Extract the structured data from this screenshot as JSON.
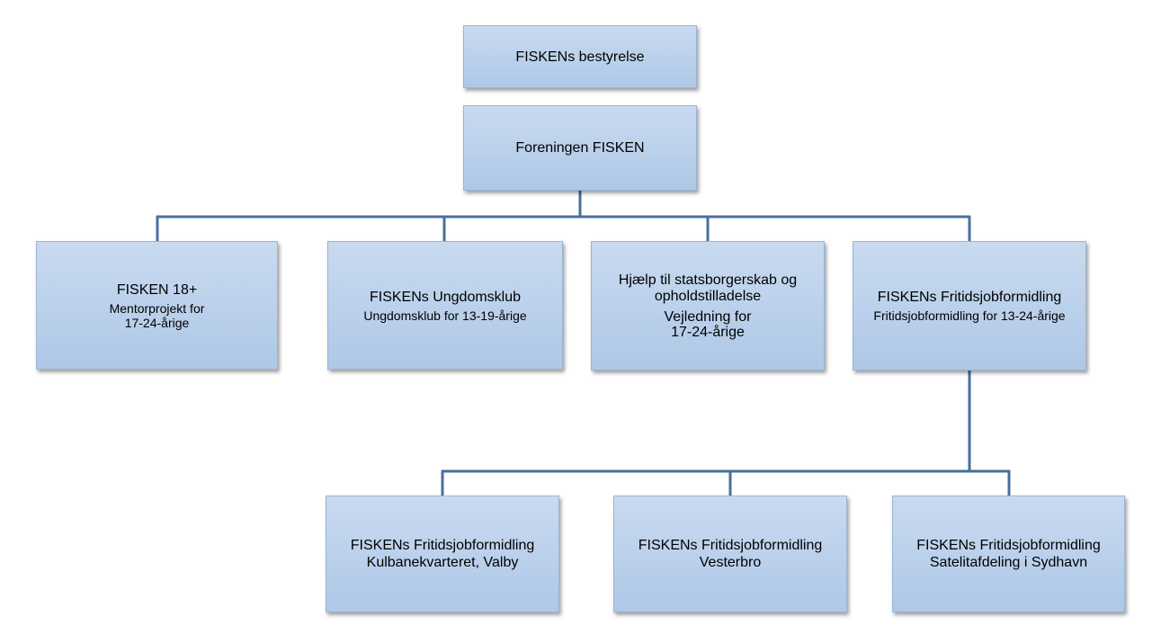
{
  "diagram": {
    "board": {
      "title": "FISKENs bestyrelse"
    },
    "association": {
      "title": "Foreningen FISKEN"
    },
    "programs": [
      {
        "title": "FISKEN 18+",
        "subtitle": "Mentorprojekt for\n17-24-årige"
      },
      {
        "title": "FISKENs Ungdomsklub",
        "subtitle": "Ungdomsklub for 13-19-årige"
      },
      {
        "title": "Hjælp til statsborgerskab og\nopholdstilladelse",
        "subtitle": "Vejledning for\n17-24-årige"
      },
      {
        "title": "FISKENs Fritidsjobformidling",
        "subtitle": "Fritidsjobformidling for 13-24-årige"
      }
    ],
    "branches": [
      {
        "title": "FISKENs Fritidsjobformidling\nKulbanekvarteret, Valby"
      },
      {
        "title": "FISKENs Fritidsjobformidling\nVesterbro"
      },
      {
        "title": "FISKENs Fritidsjobformidling\nSatelitafdeling i Sydhavn"
      }
    ],
    "colors": {
      "box_fill": "#bdd2ec",
      "box_border": "#9bb5d6",
      "connector": "#4a6f9e"
    }
  }
}
